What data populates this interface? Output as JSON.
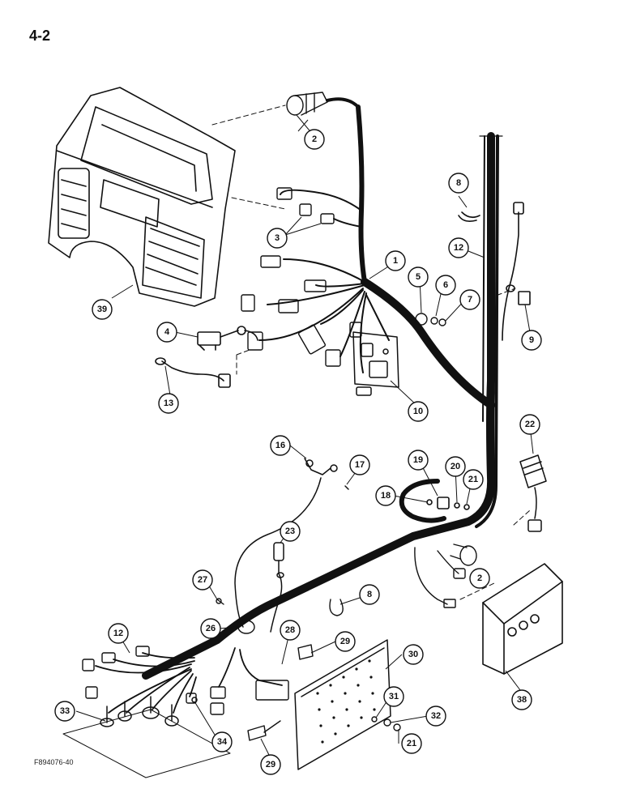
{
  "page_number": "4-2",
  "figure_id": "F894076-40",
  "callouts": [
    {
      "id": "c-2a",
      "label": "2"
    },
    {
      "id": "c-2b",
      "label": "2"
    },
    {
      "id": "c-3",
      "label": "3"
    },
    {
      "id": "c-1",
      "label": "1"
    },
    {
      "id": "c-8a",
      "label": "8"
    },
    {
      "id": "c-12a",
      "label": "12"
    },
    {
      "id": "c-5",
      "label": "5"
    },
    {
      "id": "c-6",
      "label": "6"
    },
    {
      "id": "c-7",
      "label": "7"
    },
    {
      "id": "c-9",
      "label": "9"
    },
    {
      "id": "c-39",
      "label": "39"
    },
    {
      "id": "c-4",
      "label": "4"
    },
    {
      "id": "c-13",
      "label": "13"
    },
    {
      "id": "c-10",
      "label": "10"
    },
    {
      "id": "c-22",
      "label": "22"
    },
    {
      "id": "c-16",
      "label": "16"
    },
    {
      "id": "c-17",
      "label": "17"
    },
    {
      "id": "c-19",
      "label": "19"
    },
    {
      "id": "c-20",
      "label": "20"
    },
    {
      "id": "c-21a",
      "label": "21"
    },
    {
      "id": "c-18",
      "label": "18"
    },
    {
      "id": "c-23",
      "label": "23"
    },
    {
      "id": "c-27",
      "label": "27"
    },
    {
      "id": "c-8b",
      "label": "8"
    },
    {
      "id": "c-12b",
      "label": "12"
    },
    {
      "id": "c-26",
      "label": "26"
    },
    {
      "id": "c-28",
      "label": "28"
    },
    {
      "id": "c-29a",
      "label": "29"
    },
    {
      "id": "c-30",
      "label": "30"
    },
    {
      "id": "c-38",
      "label": "38"
    },
    {
      "id": "c-33",
      "label": "33"
    },
    {
      "id": "c-34",
      "label": "34"
    },
    {
      "id": "c-31",
      "label": "31"
    },
    {
      "id": "c-32",
      "label": "32"
    },
    {
      "id": "c-21b",
      "label": "21"
    },
    {
      "id": "c-29b",
      "label": "29"
    }
  ]
}
